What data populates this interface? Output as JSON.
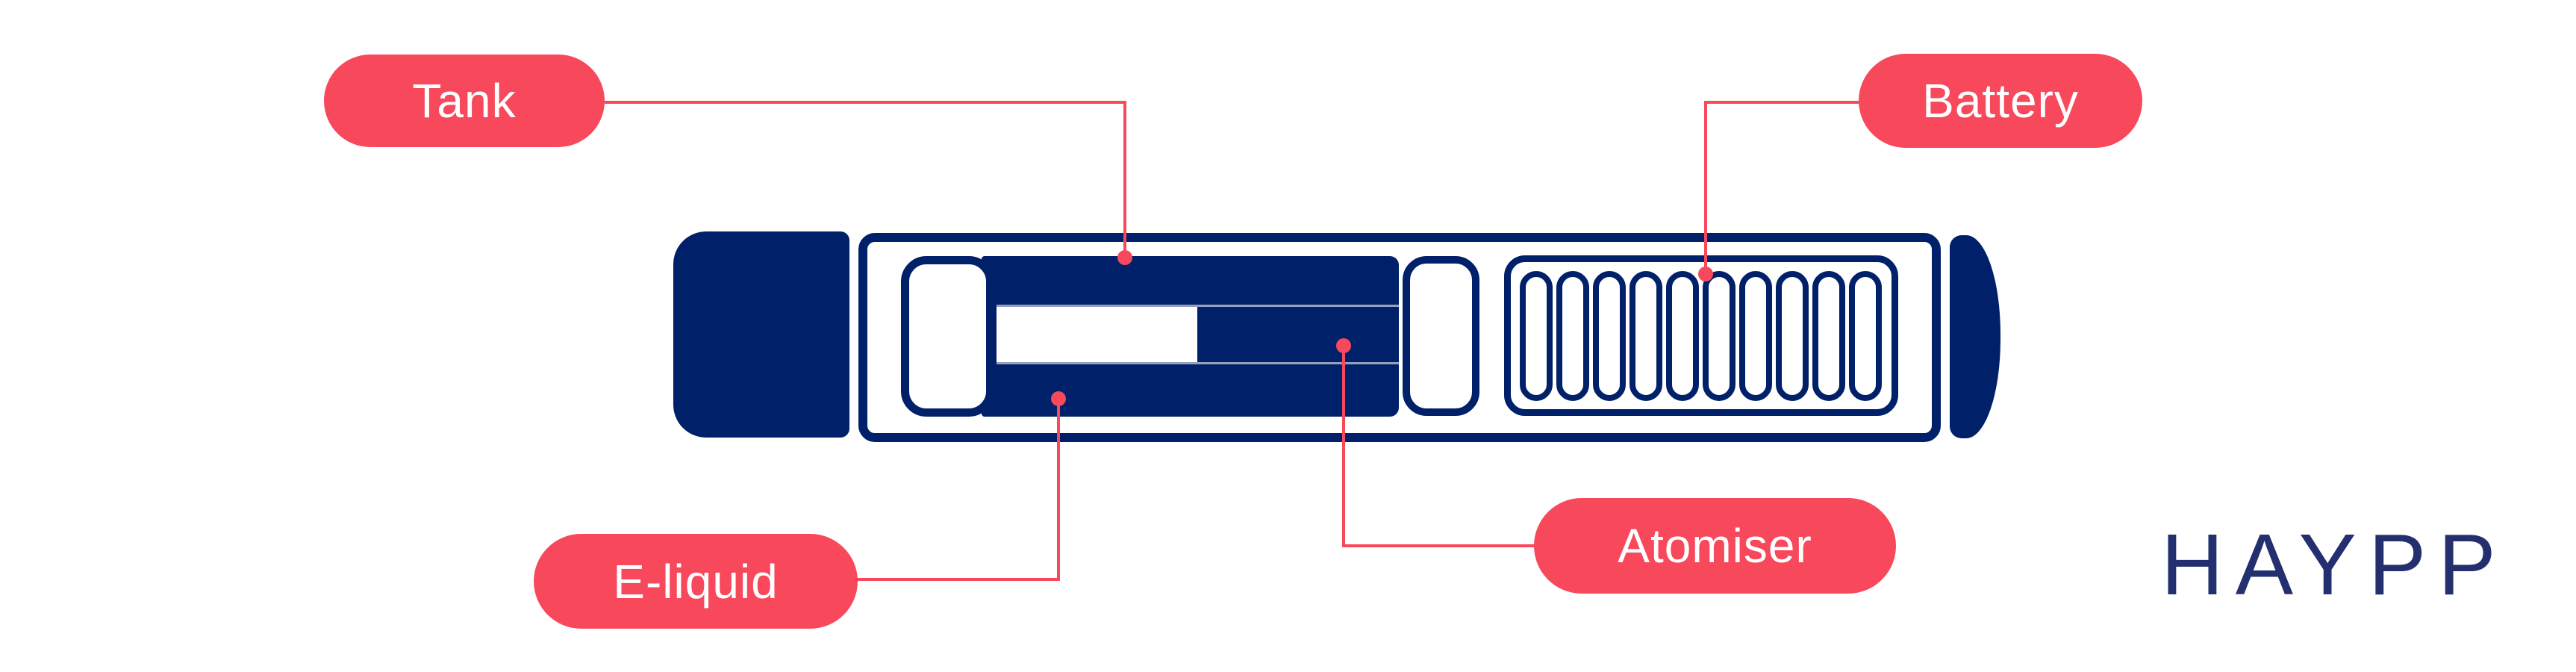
{
  "labels": {
    "tank": "Tank",
    "battery": "Battery",
    "e_liquid": "E-liquid",
    "atomiser": "Atomiser"
  },
  "brand": {
    "logo_text": "HAYPP"
  },
  "device": {
    "battery_cell_count": 10
  },
  "colors": {
    "accent_red": "#F7485C",
    "device_navy": "#002169",
    "logo_navy": "#232F6E",
    "liquid_window_line": "#96A0BE",
    "background": "#FFFFFF"
  }
}
